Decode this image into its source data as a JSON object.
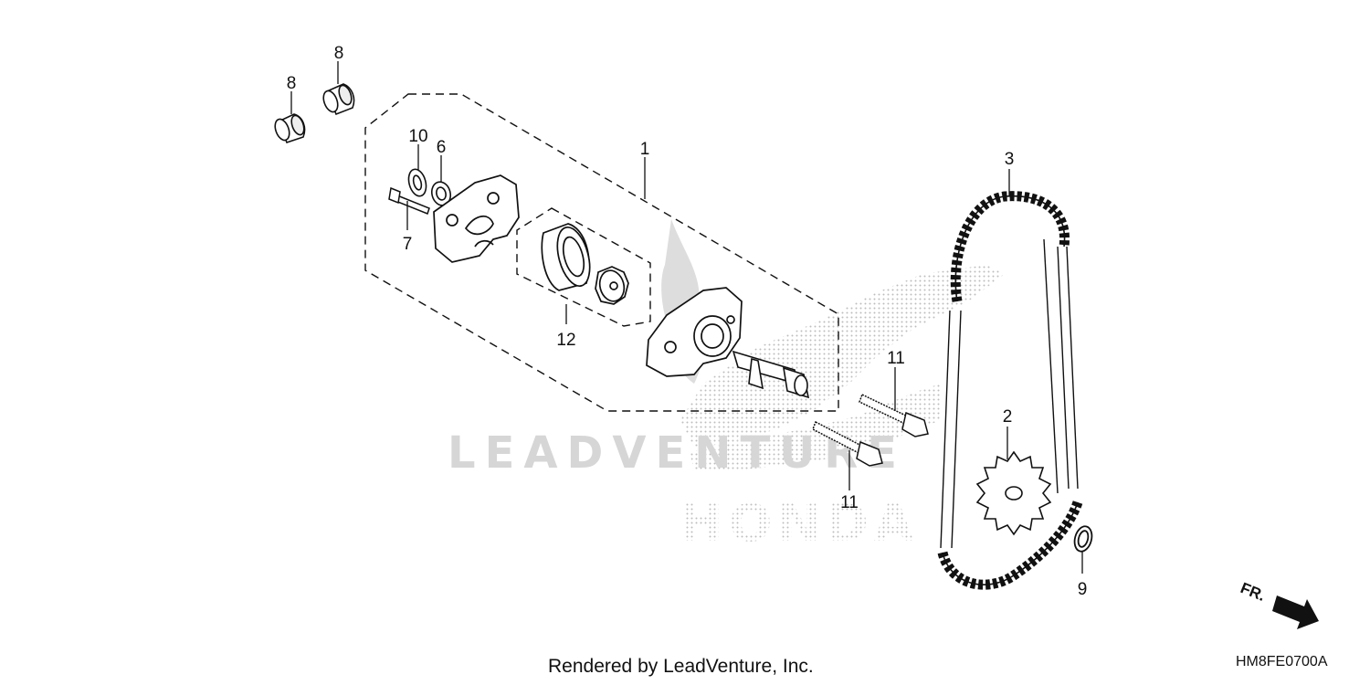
{
  "callouts": {
    "c1": "1",
    "c2": "2",
    "c3": "3",
    "c6": "6",
    "c7": "7",
    "c8a": "8",
    "c8b": "8",
    "c9": "9",
    "c10": "10",
    "c11a": "11",
    "c11b": "11",
    "c12": "12"
  },
  "direction_label": "FR.",
  "watermark": {
    "brand": "LEADVENTURE",
    "maker": "HONDA"
  },
  "footer": {
    "credit": "Rendered by LeadVenture, Inc.",
    "diagram_code": "HM8FE0700A"
  },
  "colors": {
    "line": "#111111",
    "watermark_dots": "#bdbdbd",
    "watermark_text": "#d6d6d6"
  }
}
